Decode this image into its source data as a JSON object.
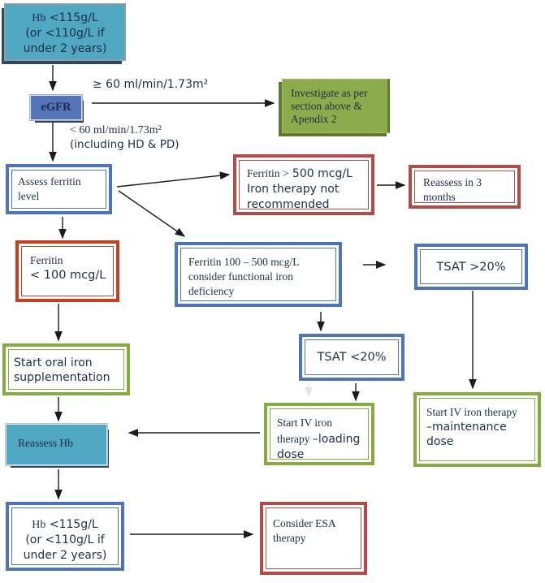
{
  "colors": {
    "teal_fill": "#4fa7c2",
    "teal_border": "#8f9ea8",
    "shadow_dark": "#2c4a5e",
    "egfr_fill": "#5573b7",
    "blue_border": "#4f74b8",
    "red_border": "#b34c49",
    "orange_red_border": "#c04020",
    "green_border": "#86ac40",
    "green_fill": "#8cab4a",
    "green_dark": "#5e7a2e",
    "text": "#1d2f49",
    "arrow": "#1b1b1b"
  },
  "edge_labels": {
    "egfr_high": "≥ 60 ml/min/1.73m²",
    "egfr_low_line1": "< 60 ml/min/1.73m²",
    "egfr_low_line2": "(including HD & PD)"
  },
  "boxes": {
    "top_hb": {
      "line1_serif": "Hb",
      "line1_sans": " <115g/L",
      "line2": "(or <110g/L if",
      "line3": "under 2 years)"
    },
    "egfr": {
      "label": "eGFR"
    },
    "investigate": {
      "lines": [
        "Investigate as per",
        "section above &",
        "Apendix 2"
      ]
    },
    "assess_ferritin": {
      "lines": [
        "Assess ferritin",
        "level"
      ]
    },
    "ferritin_gt500": {
      "line1_serif": "Ferritin >",
      "line1_sans": " 500 mcg/L",
      "line2": "Iron therapy not",
      "line3": "recommended"
    },
    "reassess_3mo": {
      "lines": [
        "Reassess in 3",
        "months"
      ]
    },
    "ferritin_lt100": {
      "line1": "Ferritin",
      "line2": "< 100 mcg/L"
    },
    "ferritin_100_500": {
      "lines": [
        "Ferritin 100 – 500 mcg/L",
        "consider functional iron",
        "deficiency"
      ]
    },
    "tsat_gt20": {
      "label": "TSAT >20%"
    },
    "tsat_lt20": {
      "label": "TSAT <20%"
    },
    "loading_dose": {
      "line1": "Start IV iron",
      "line2_serif": "therapy ",
      "line2_sans": "–loading",
      "line3": "dose"
    },
    "maintenance_dose": {
      "line1": "Start IV iron therapy",
      "line2": "–maintenance",
      "line3": "dose"
    },
    "start_oral": {
      "lines": [
        "Start oral iron",
        "supplementation"
      ]
    },
    "reassess_hb": {
      "label": "Reassess Hb"
    },
    "bottom_hb": {
      "line1_serif": "Hb",
      "line1_sans": " <115g/L",
      "line2": "(or <110g/L if",
      "line3": "under 2 years)"
    },
    "esa": {
      "lines": [
        "Consider ESA",
        "therapy"
      ]
    }
  }
}
